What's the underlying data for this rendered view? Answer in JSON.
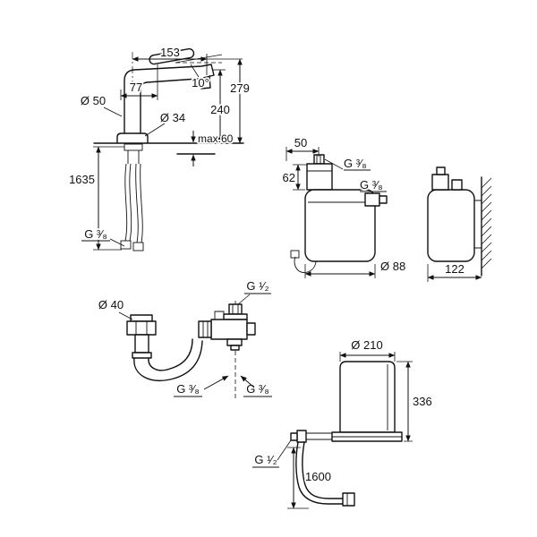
{
  "colors": {
    "background": "#ffffff",
    "line": "#111111"
  },
  "faucet": {
    "spout_reach": "153",
    "lever_projection": "77",
    "lever_angle": "10°",
    "height_total": "279",
    "height_spout": "240",
    "base_diameter": "Ø 50",
    "hole_diameter": "Ø 34",
    "deck_thickness_max": "max.60",
    "hose_length": "1635",
    "thread": "G ³⁄₈"
  },
  "boiler": {
    "top_offset": "50",
    "neck_height": "62",
    "thread_top": "G ³⁄₈",
    "thread_side": "G ³⁄₈",
    "body_diameter": "Ø 88",
    "depth": "122"
  },
  "filter": {
    "thread_top": "G ¹⁄₂",
    "fitting_diameter": "Ø 40",
    "thread_left": "G ³⁄₈",
    "thread_right": "G ³⁄₈"
  },
  "tank": {
    "diameter": "Ø 210",
    "height": "336",
    "thread": "G ¹⁄₂",
    "hose_length": "1600"
  }
}
